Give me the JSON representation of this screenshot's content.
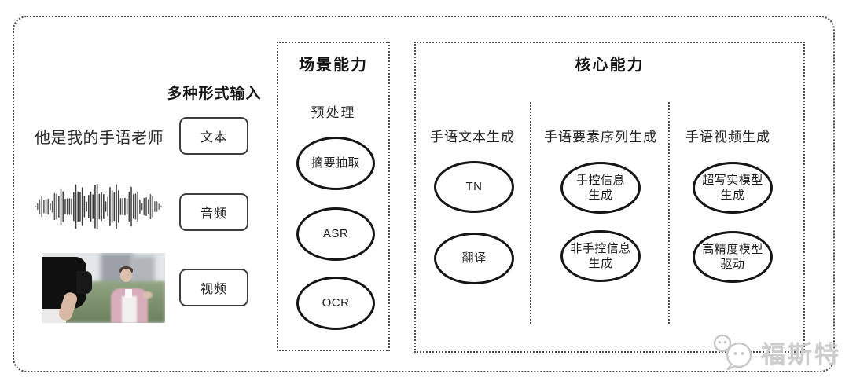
{
  "input_section": {
    "title": "多种形式输入",
    "sample_text": "他是我的手语老师",
    "types": [
      {
        "label": "文本"
      },
      {
        "label": "音频"
      },
      {
        "label": "视频"
      }
    ]
  },
  "scene_box": {
    "title": "场景能力",
    "subtitle": "预处理",
    "nodes": [
      "摘要抽取",
      "ASR",
      "OCR"
    ]
  },
  "core_box": {
    "title": "核心能力",
    "columns": [
      {
        "label": "手语文本生成",
        "nodes": [
          "TN",
          "翻译"
        ]
      },
      {
        "label": "手语要素序列生成",
        "nodes": [
          "手控信息\n生成",
          "非手控信息\n生成"
        ]
      },
      {
        "label": "手语视频生成",
        "nodes": [
          "超写实模型\n生成",
          "高精度模型\n驱动"
        ]
      }
    ]
  },
  "watermark": {
    "text": "福斯特",
    "icon": "chat-bubbles-icon"
  },
  "colors": {
    "frame_dotted": "#4a4a4a",
    "node_border": "#151515",
    "text": "#1f1f1f",
    "watermark": "#cdcdcd",
    "background": "#ffffff"
  }
}
